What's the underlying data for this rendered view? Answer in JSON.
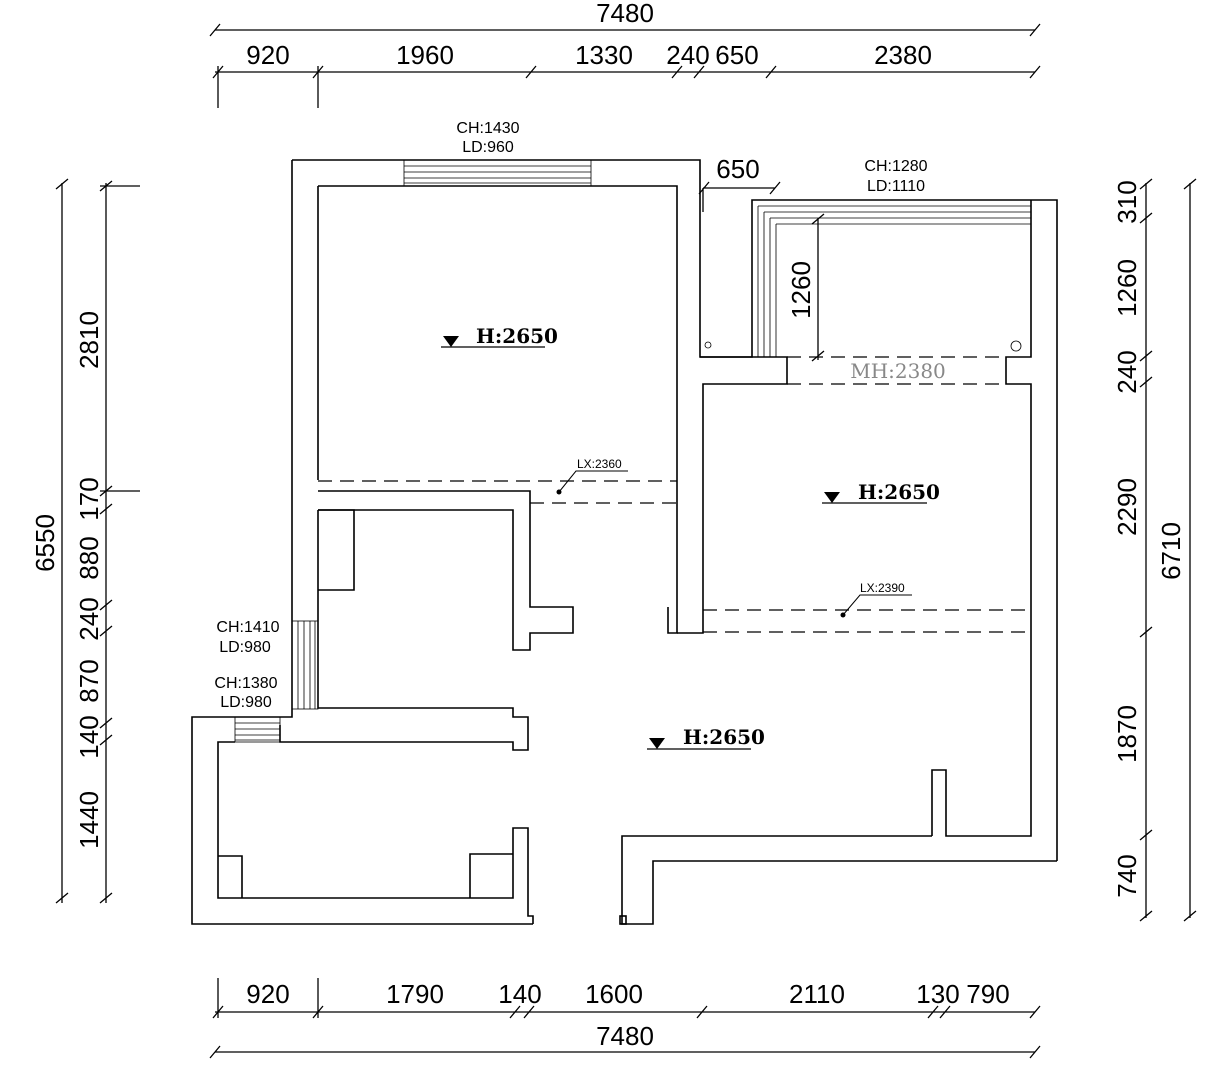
{
  "dimensions": {
    "top_total": "7480",
    "top_segments": [
      "920",
      "1960",
      "1330",
      "240",
      "650",
      "2380"
    ],
    "bottom_total": "7480",
    "bottom_segments": [
      "920",
      "1790",
      "140",
      "1600",
      "2110",
      "130",
      "790"
    ],
    "left_total": "6550",
    "left_segments": [
      "2810",
      "170",
      "880",
      "240",
      "870",
      "140",
      "1440"
    ],
    "right_total": "6710",
    "right_segments": [
      "310",
      "1260",
      "240",
      "2290",
      "1870",
      "740"
    ],
    "balcony_width": "650",
    "balcony_depth": "1260"
  },
  "windows": {
    "bedroom_top": {
      "ch": "CH:1430",
      "ld": "LD:960"
    },
    "balcony": {
      "ch": "CH:1280",
      "ld": "LD:1110"
    },
    "left_upper": {
      "ch": "CH:1410",
      "ld": "LD:980"
    },
    "left_lower": {
      "ch": "CH:1380",
      "ld": "LD:980"
    }
  },
  "heights": {
    "room_left": "H:2650",
    "room_right": "H:2650",
    "living": "H:2650"
  },
  "beams": {
    "lx_left": "LX:2360",
    "lx_right": "LX:2390",
    "mh": "MH:2380"
  }
}
